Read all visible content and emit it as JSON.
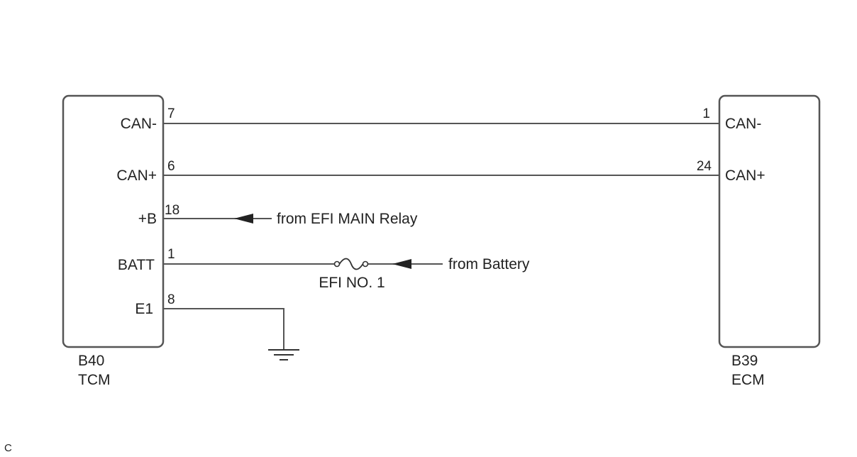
{
  "colors": {
    "line": "#555555",
    "text": "#222222",
    "background": "#ffffff"
  },
  "tcm": {
    "connector": "B40",
    "name": "TCM",
    "pins": [
      {
        "terminal": "CAN-",
        "number": "7"
      },
      {
        "terminal": "CAN+",
        "number": "6"
      },
      {
        "terminal": "+B",
        "number": "18"
      },
      {
        "terminal": "BATT",
        "number": "1"
      },
      {
        "terminal": "E1",
        "number": "8"
      }
    ]
  },
  "ecm": {
    "connector": "B39",
    "name": "ECM",
    "pins": [
      {
        "terminal": "CAN-",
        "number": "1"
      },
      {
        "terminal": "CAN+",
        "number": "24"
      }
    ]
  },
  "labels": {
    "efi_main_relay": "from EFI MAIN Relay",
    "battery": "from Battery",
    "fuse": "EFI NO. 1",
    "corner": "C"
  },
  "icons": [
    "arrow-icon",
    "fuse-icon",
    "ground-icon"
  ]
}
